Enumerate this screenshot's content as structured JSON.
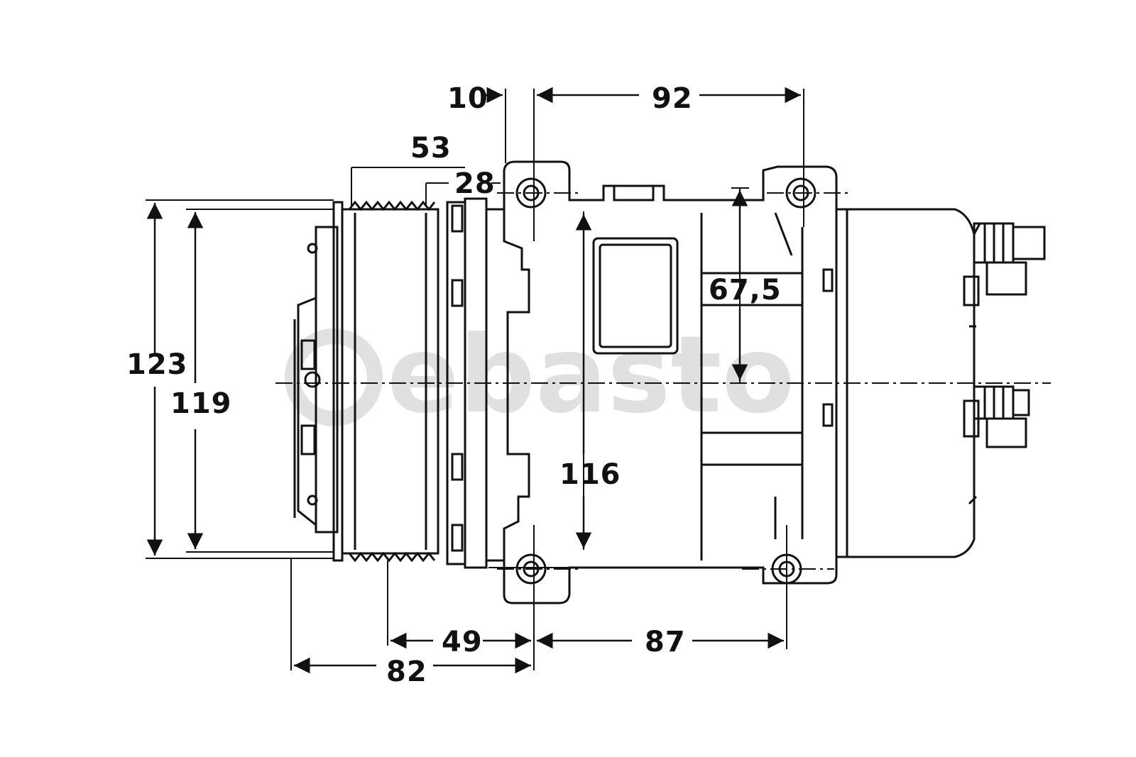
{
  "watermark": {
    "text": "ebasto"
  },
  "dimensions": {
    "d10": "10",
    "d92": "92",
    "d53": "53",
    "d28": "28",
    "d67_5": "67,5",
    "d123": "123",
    "d119": "119",
    "d116": "116",
    "d49": "49",
    "d87": "87",
    "d82": "82"
  },
  "colors": {
    "line": "#111111",
    "watermark": "#c8c8c8",
    "background": "#ffffff"
  }
}
